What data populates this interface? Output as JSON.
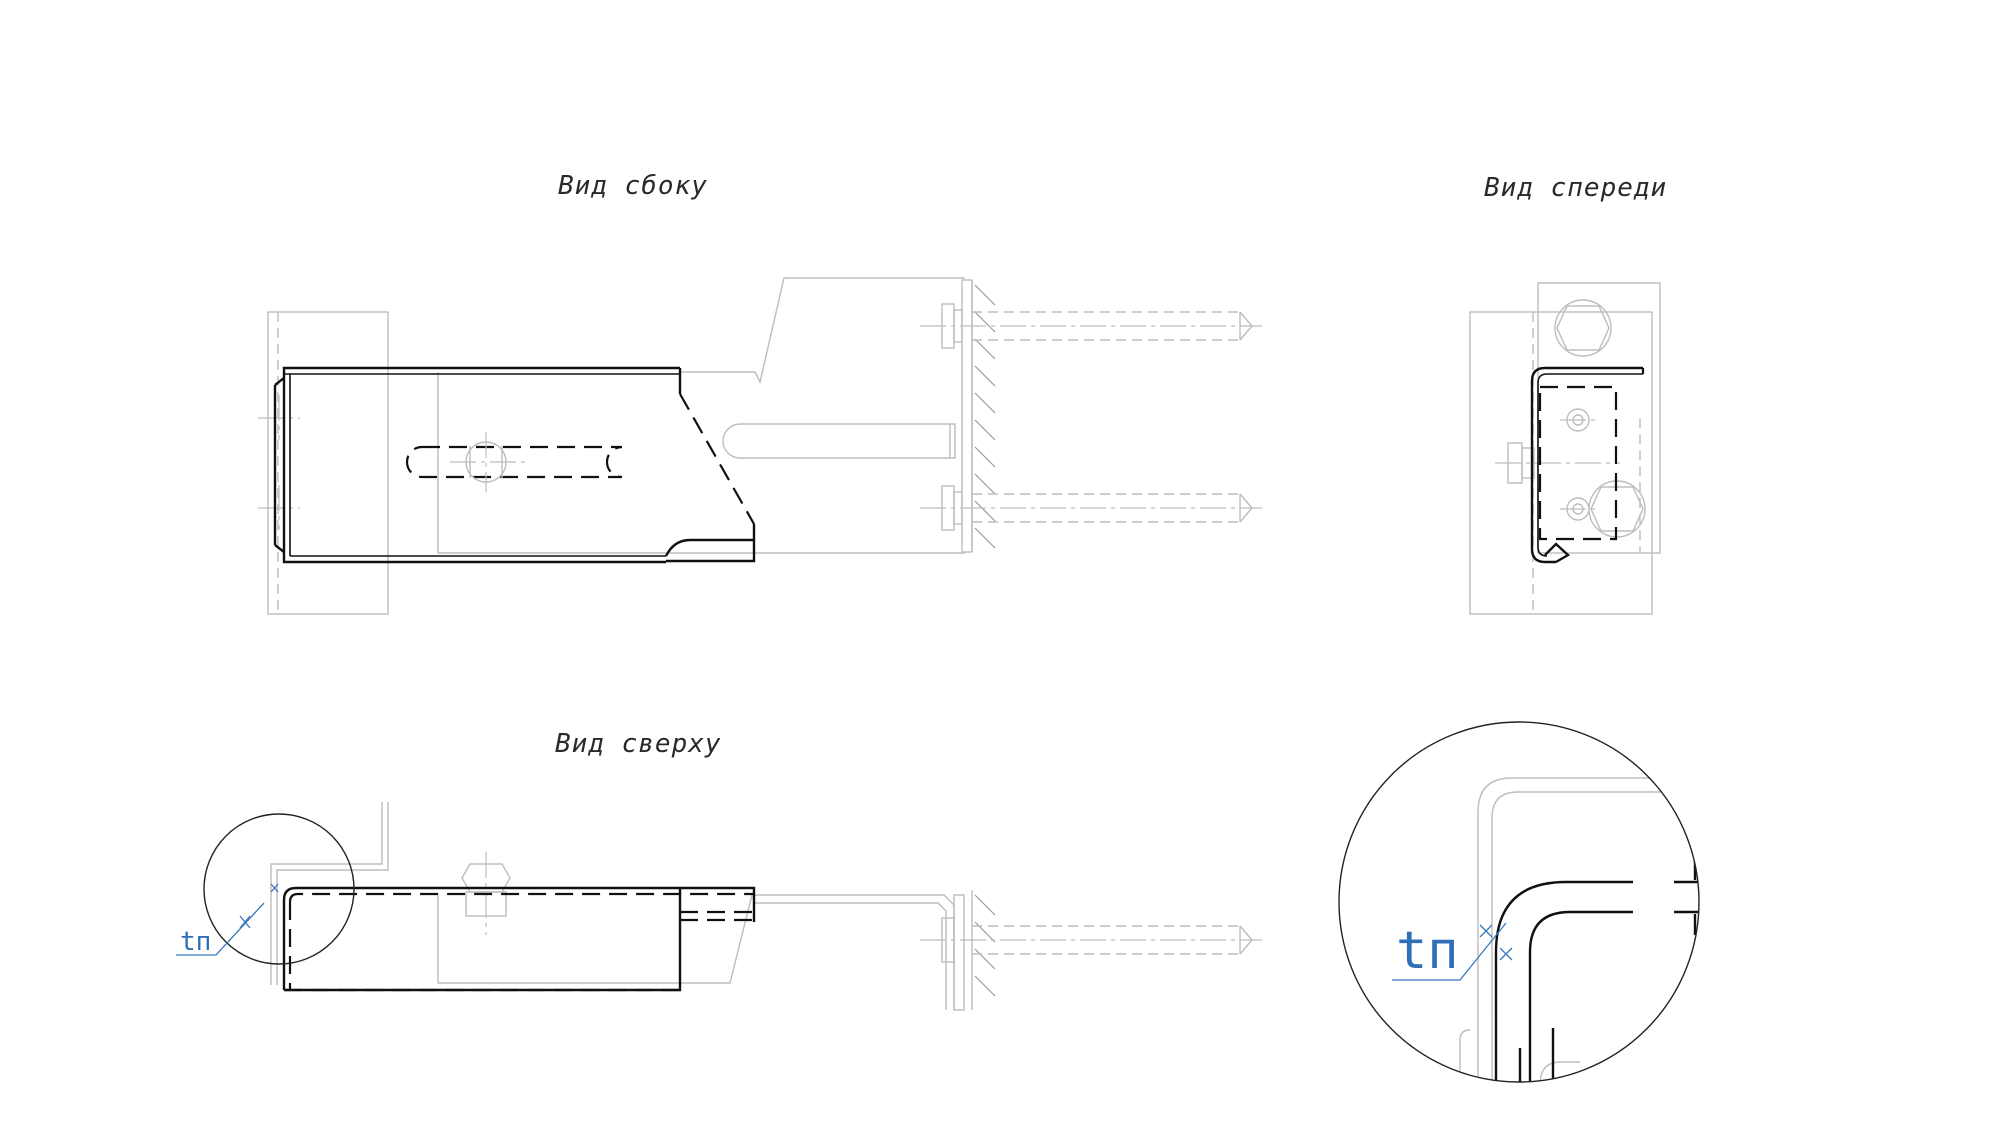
{
  "views": {
    "side": {
      "title": "Вид сбоку"
    },
    "front": {
      "title": "Вид спереди"
    },
    "top": {
      "title": "Вид сверху"
    }
  },
  "dimensions": {
    "thickness_label": "tп"
  },
  "colors": {
    "main_line": "#111111",
    "context_line": "#bdbdbd",
    "dimension": "#3a78c0"
  }
}
